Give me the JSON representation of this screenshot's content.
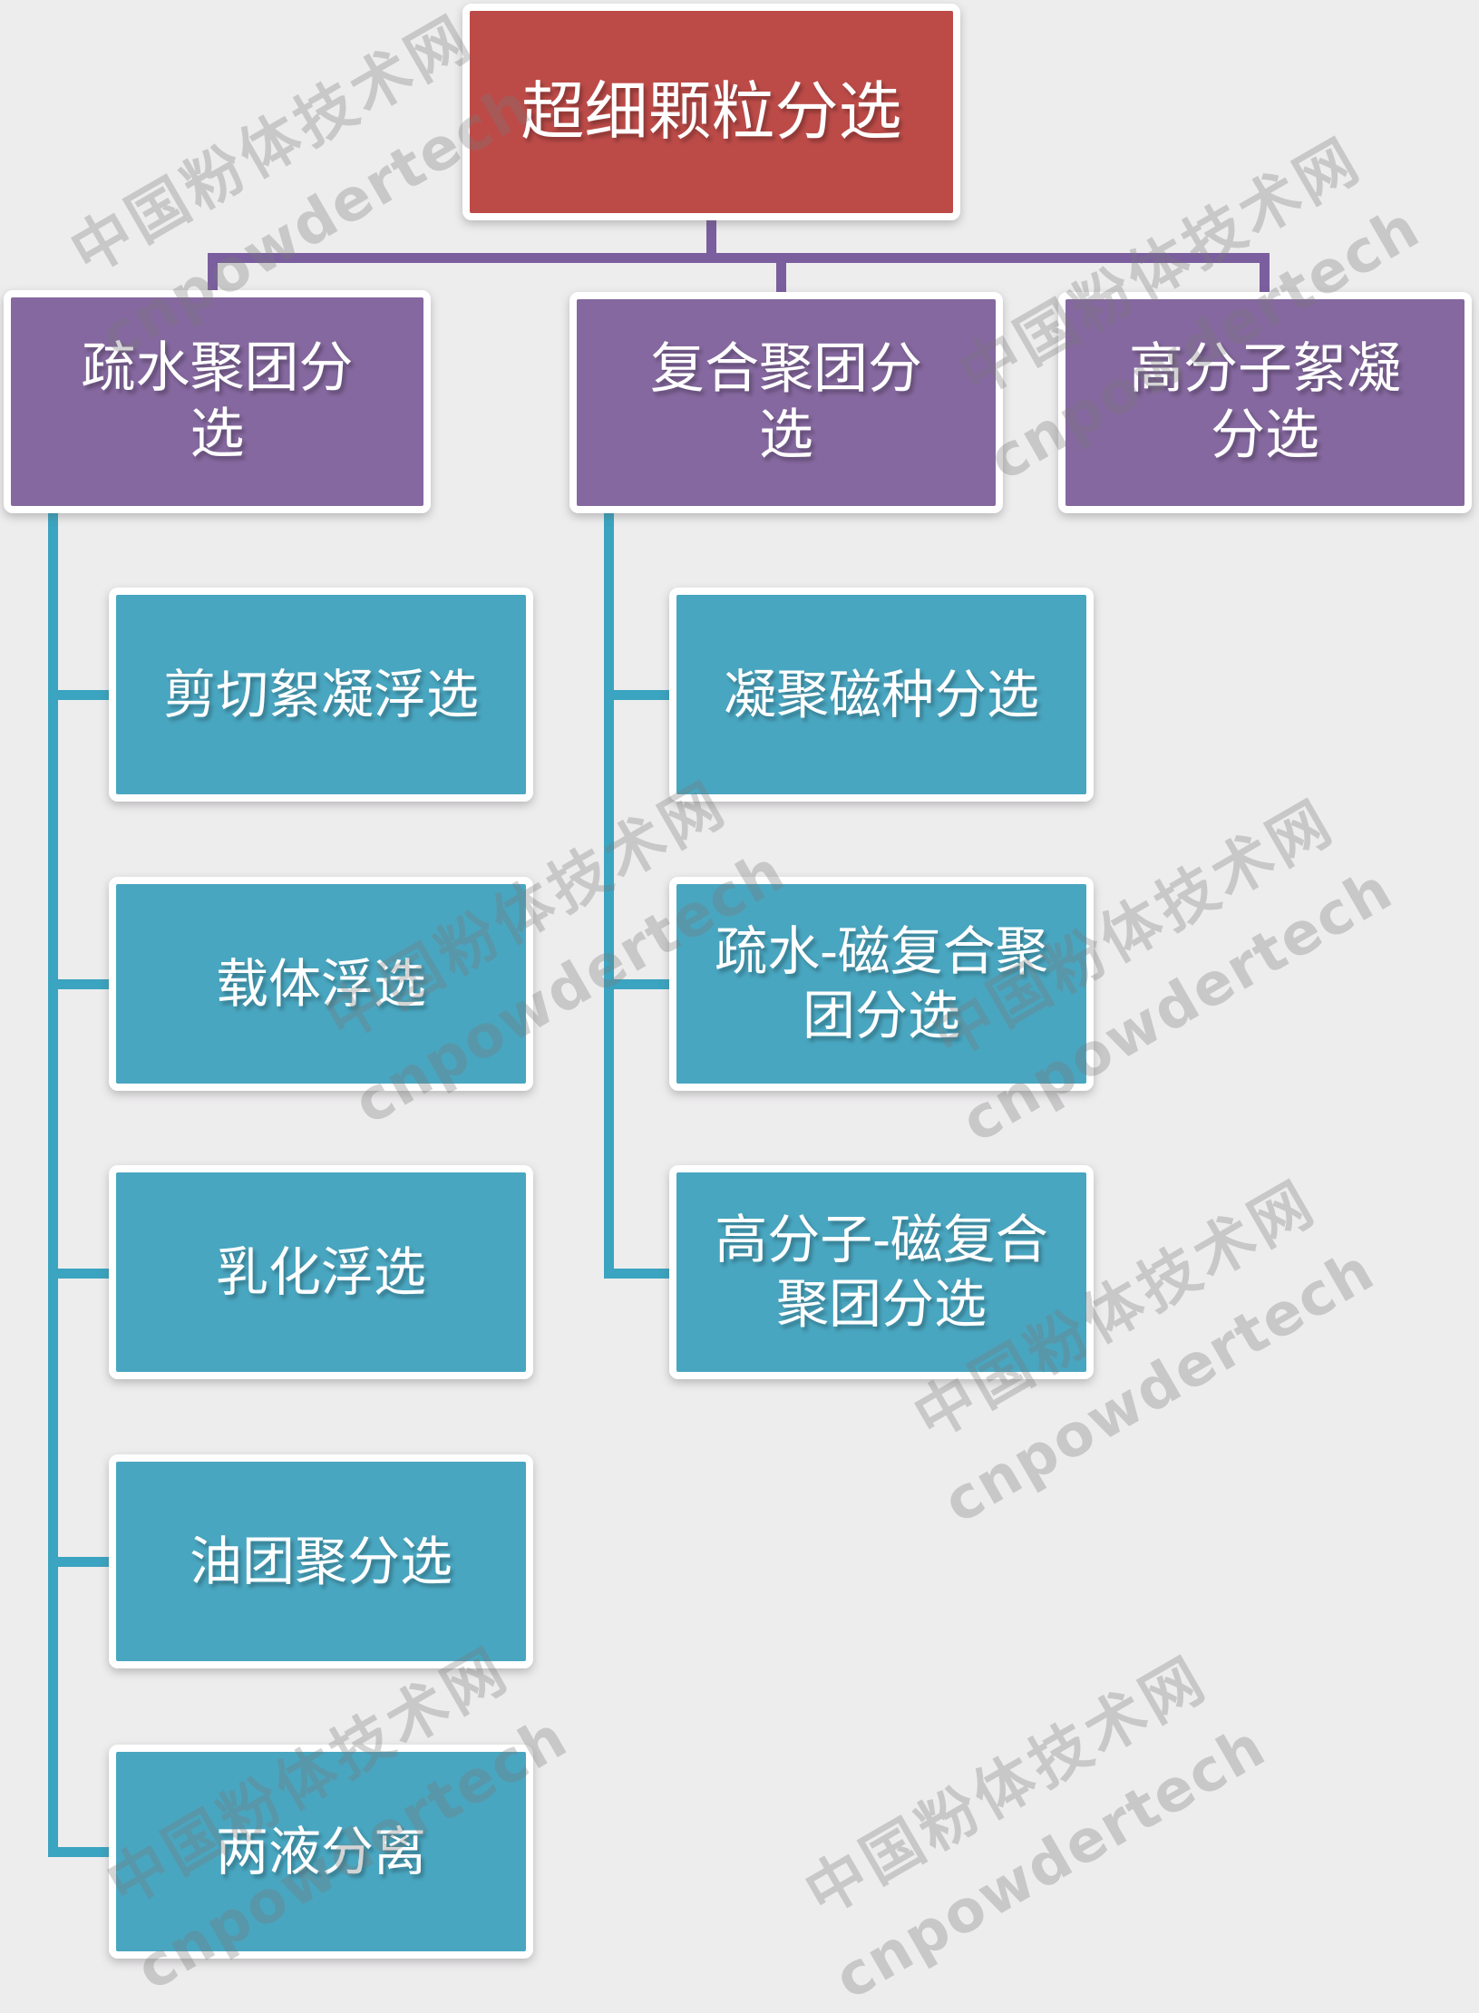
{
  "colors": {
    "background": "#eeedee",
    "root_box": "#bc4b48",
    "branch_box": "#85689f",
    "leaf_box": "#49a6c0",
    "purple_connector": "#7b5e9e",
    "teal_connector": "#3ba4c0",
    "box_frame": "#ffffff",
    "label_text": "#ffffff",
    "watermark_gray": "#c9c9c9"
  },
  "tree": {
    "root": {
      "label": "超细颗粒分选"
    },
    "branches": [
      {
        "label": "疏水聚团分\n选",
        "children": [
          "剪切絮凝浮选",
          "载体浮选",
          "乳化浮选",
          "油团聚分选",
          "两液分离"
        ]
      },
      {
        "label": "复合聚团分\n选",
        "children": [
          "凝聚磁种分选",
          "疏水-磁复合聚\n团分选",
          "高分子-磁复合\n聚团分选"
        ]
      },
      {
        "label": "高分子絮凝\n分选",
        "children": []
      }
    ]
  },
  "watermark": {
    "line1": "中国粉体技术网",
    "line2": "cnpowdertech"
  }
}
